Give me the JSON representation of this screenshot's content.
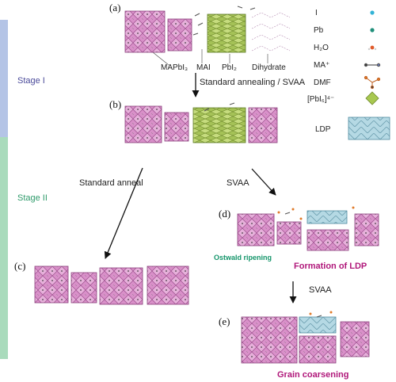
{
  "panels": {
    "a": "(a)",
    "b": "(b)",
    "c": "(c)",
    "d": "(d)",
    "e": "(e)"
  },
  "stages": {
    "stage1": "Stage I",
    "stage2": "Stage II"
  },
  "components": {
    "mapbi3": "MAPbI₃",
    "mai": "MAI",
    "pbi2": "PbI₂",
    "dihydrate": "Dihydrate"
  },
  "processes": {
    "standard_svaa": "Standard annealing / SVAA",
    "standard_anneal": "Standard anneal",
    "svaa": "SVAA",
    "svaa2": "SVAA"
  },
  "annotations": {
    "ostwald": "Ostwald ripening",
    "ldp_formation": "Formation of LDP",
    "grain_coarsening": "Grain coarsening"
  },
  "legend": {
    "items": [
      {
        "label": "I",
        "icon": "iodine-atom-icon",
        "color": "#33b3d6"
      },
      {
        "label": "Pb",
        "icon": "lead-atom-icon",
        "color": "#1f8f7a"
      },
      {
        "label": "H₂O",
        "icon": "water-molecule-icon",
        "color": "#e05a2a"
      },
      {
        "label": "MA⁺",
        "icon": "methylammonium-icon",
        "color": "#555555"
      },
      {
        "label": "DMF",
        "icon": "dmf-molecule-icon",
        "color": "#e07a2a"
      },
      {
        "label": "[PbI₆]⁴⁻",
        "icon": "octahedron-icon",
        "color": "#a8c850"
      },
      {
        "label": "LDP",
        "icon": "ldp-layer-icon",
        "color": "#9fc9d8"
      }
    ]
  },
  "colors": {
    "perovskite": "#d68fc6",
    "perovskite_dark": "#a8569a",
    "pbi2": "#9cb84a",
    "ldp": "#a9d2df",
    "stage1_bar": "#b4c4e6",
    "stage2_bar": "#a9dbbc",
    "accent_magenta": "#b0177a",
    "accent_green": "#14956a"
  }
}
